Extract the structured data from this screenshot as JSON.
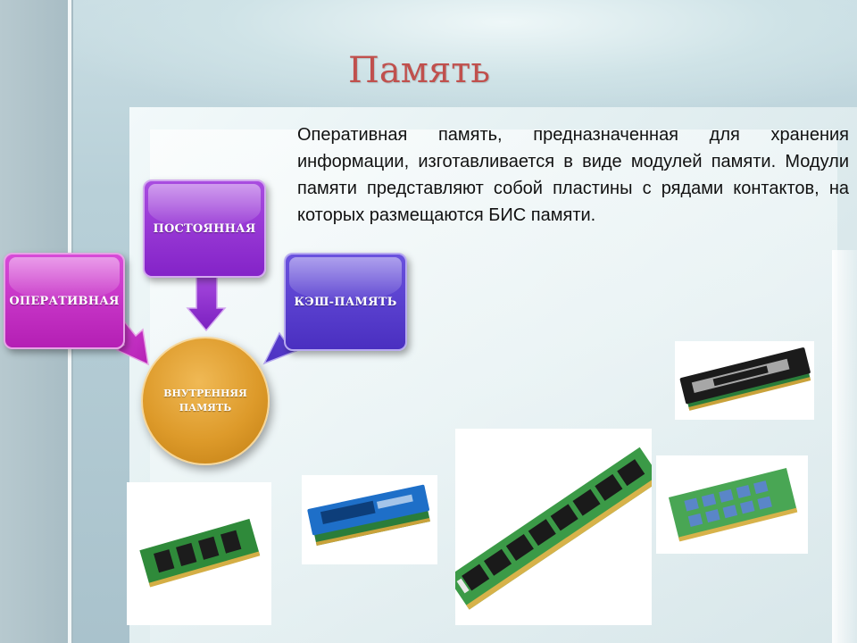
{
  "slide": {
    "title": "Память",
    "body": "Оперативная память, предназначенная для хранения информации, изготавливается в виде модулей памяти. Модули памяти представляют собой пластины с рядами контактов, на которых размещаются БИС памяти."
  },
  "diagram": {
    "boxes": {
      "operative": "ОПЕРАТИВНАЯ",
      "permanent": "ПОСТОЯННАЯ",
      "cache": "КЭШ-ПАМЯТЬ"
    },
    "center": "ВНУТРЕННЯЯ ПАМЯТЬ"
  },
  "colors": {
    "title": "#c0504d",
    "operative": "#c02ec0",
    "permanent": "#9130d4",
    "cache": "#5a40d0",
    "center": "#dd9a2a"
  },
  "photos": [
    {
      "name": "ram-module-heatspreader-black"
    },
    {
      "name": "ram-module-sodimm-green"
    },
    {
      "name": "ram-module-blue-heatspreader"
    },
    {
      "name": "ram-module-dimm-long"
    },
    {
      "name": "ram-module-sodimm-blue-chips"
    }
  ]
}
